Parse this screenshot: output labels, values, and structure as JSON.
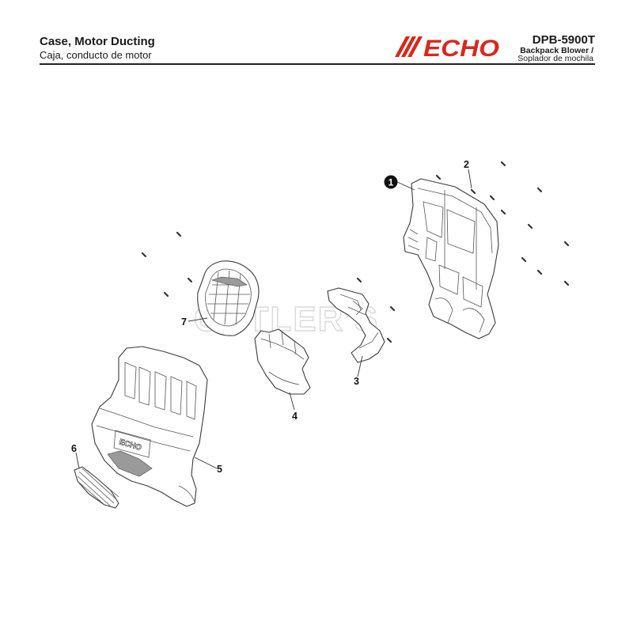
{
  "header": {
    "title_en": "Case, Motor Ducting",
    "title_es": "Caja, conducto de motor",
    "brand": "ECHO",
    "model": "DPB-5900T",
    "product_en": "Backpack Blower /",
    "product_es": "Soplador de mochila"
  },
  "watermark": "CUTLER'S",
  "callouts": [
    {
      "id": "callout-1",
      "label": "1",
      "style": "filled-circle"
    },
    {
      "id": "callout-2",
      "label": "2",
      "style": "plain"
    },
    {
      "id": "callout-3",
      "label": "3",
      "style": "plain"
    },
    {
      "id": "callout-4",
      "label": "4",
      "style": "plain"
    },
    {
      "id": "callout-5",
      "label": "5",
      "style": "plain"
    },
    {
      "id": "callout-6",
      "label": "6",
      "style": "plain"
    },
    {
      "id": "callout-7",
      "label": "7",
      "style": "plain"
    }
  ],
  "parts_embossed_text": "ECHO",
  "colors": {
    "brand_red": "#d42a1e",
    "line": "#3a3a3a",
    "watermark_stroke": "#d9d9d9"
  }
}
